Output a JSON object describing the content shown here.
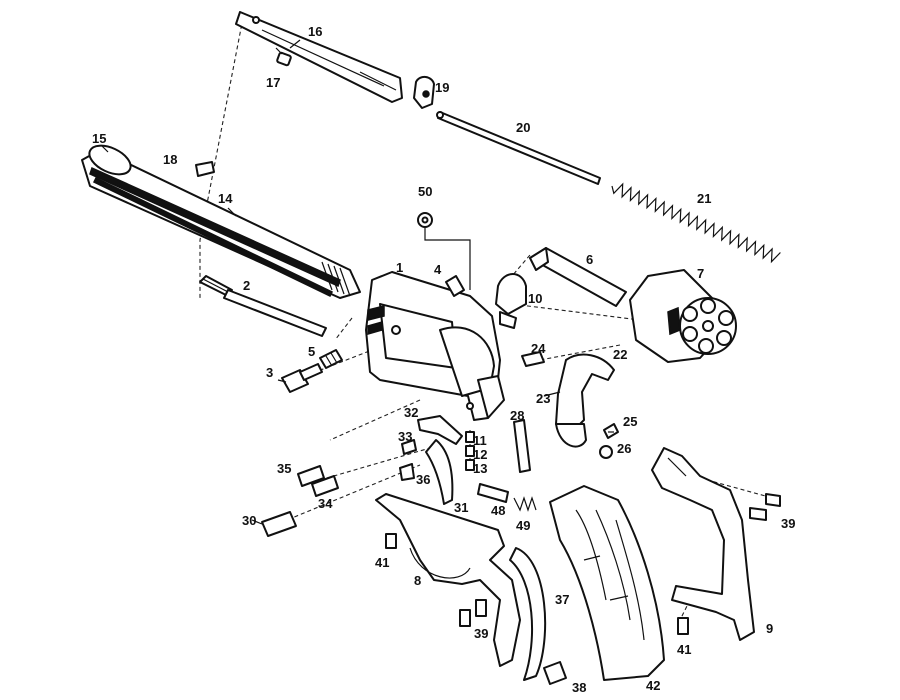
{
  "callouts": {
    "p1": "1",
    "p2": "2",
    "p3": "3",
    "p4": "4",
    "p5": "5",
    "p6": "6",
    "p7": "7",
    "p8": "8",
    "p9": "9",
    "p10": "10",
    "p11": "11",
    "p12": "12",
    "p13": "13",
    "p14": "14",
    "p15": "15",
    "p16": "16",
    "p17": "17",
    "p18": "18",
    "p19": "19",
    "p20": "20",
    "p21": "21",
    "p22": "22",
    "p23": "23",
    "p24": "24",
    "p25": "25",
    "p26": "26",
    "p28": "28",
    "p30": "30",
    "p31": "31",
    "p32": "32",
    "p33": "33",
    "p34": "34",
    "p35": "35",
    "p36": "36",
    "p37": "37",
    "p38": "38",
    "p39a": "39",
    "p39b": "39",
    "p41a": "41",
    "p41b": "41",
    "p42": "42",
    "p48": "48",
    "p49": "49",
    "p50": "50"
  }
}
